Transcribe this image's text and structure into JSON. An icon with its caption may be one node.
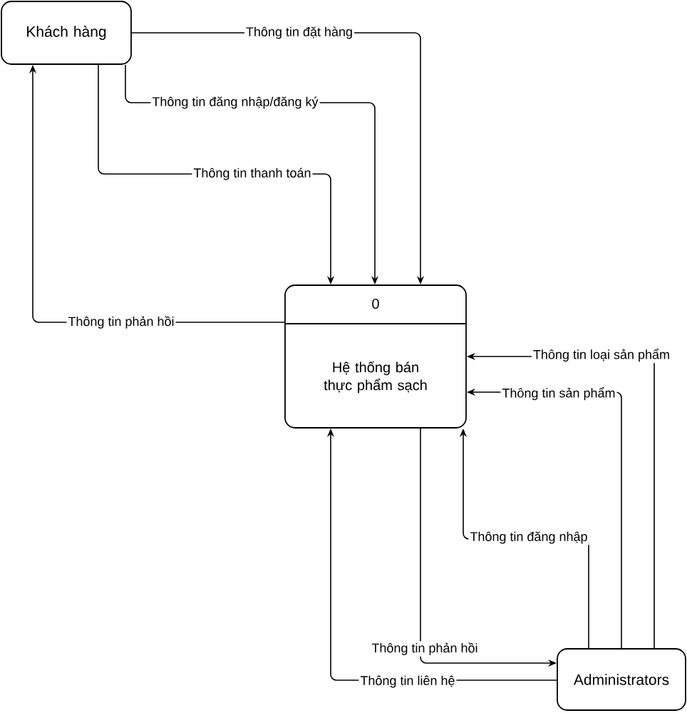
{
  "diagram": {
    "nodes": [
      {
        "text": [
          "Khách hàng"
        ]
      },
      {
        "text": [
          "0",
          "Hệ thống bán thực phẩm sạch"
        ]
      },
      {
        "text": [
          "Administrators"
        ]
      }
    ],
    "edges": [
      {
        "from": 0,
        "to": 1,
        "arrow": "to",
        "label": "Thông tin đặt hàng"
      },
      {
        "from": 0,
        "to": 1,
        "arrow": "to",
        "label": "Thông tin đăng nhập/đăng ký"
      },
      {
        "from": 0,
        "to": 1,
        "arrow": "to",
        "label": "Thông tin thanh toán"
      },
      {
        "from": 1,
        "to": 0,
        "arrow": "to",
        "label": "Thông tin phản hồi"
      },
      {
        "from": 2,
        "to": 1,
        "arrow": "to",
        "label": "Thông tin loại sản phẩm"
      },
      {
        "from": 2,
        "to": 1,
        "arrow": "to",
        "label": "Thông tin sản phẩm"
      },
      {
        "from": 2,
        "to": 1,
        "arrow": "to",
        "label": "Thông tin đăng nhập"
      },
      {
        "from": 1,
        "to": 2,
        "arrow": "to",
        "label": "Thông tin phản hồi"
      },
      {
        "from": 2,
        "to": 1,
        "arrow": "to",
        "label": "Thông tin liên hệ"
      }
    ]
  }
}
